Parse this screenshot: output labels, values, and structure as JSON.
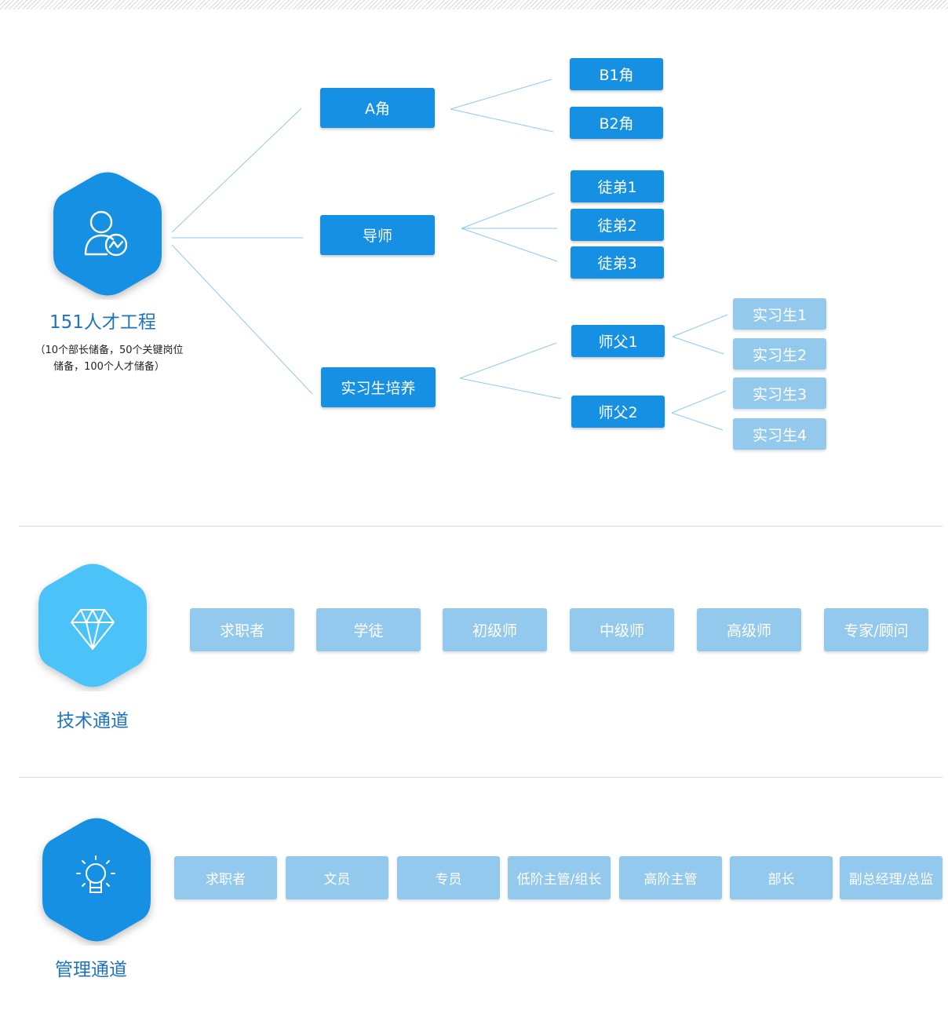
{
  "talent": {
    "title": "151人才工程",
    "note_line1": "（10个部长储备，50个关键岗位",
    "note_line2": "储备，100个人才储备）",
    "icon": "user-chart-icon",
    "branches": {
      "a": {
        "label": "A角",
        "children": [
          "B1角",
          "B2角"
        ]
      },
      "mentor": {
        "label": "导师",
        "children": [
          "徒弟1",
          "徒弟2",
          "徒弟3"
        ]
      },
      "intern": {
        "label": "实习生培养",
        "masters": [
          {
            "label": "师父1",
            "children": [
              "实习生1",
              "实习生2"
            ]
          },
          {
            "label": "师父2",
            "children": [
              "实习生3",
              "实习生4"
            ]
          }
        ]
      }
    }
  },
  "tech": {
    "title": "技术通道",
    "icon": "diamond-icon",
    "steps": [
      "求职者",
      "学徒",
      "初级师",
      "中级师",
      "高级师",
      "专家/顾问"
    ]
  },
  "management": {
    "title": "管理通道",
    "icon": "lightbulb-icon",
    "steps": [
      "求职者",
      "文员",
      "专员",
      "低阶主管/组长",
      "高阶主管",
      "部长",
      "副总经理/总监"
    ]
  },
  "colors": {
    "dark_blue": "#1590e2",
    "light_blue": "#93c9ec",
    "hex_tech": "#4cc3f8",
    "label_blue": "#1e74c0"
  }
}
